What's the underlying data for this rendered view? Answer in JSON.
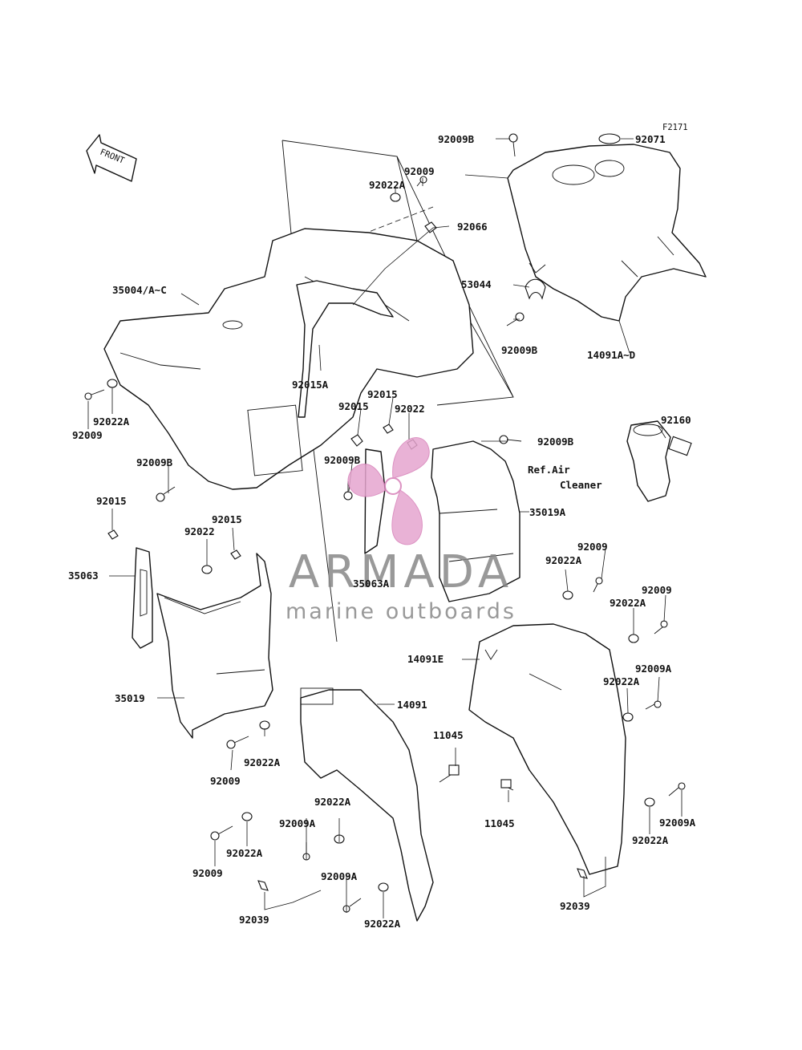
{
  "figure_code": "F2171",
  "front_arrow_label": "FRONT",
  "reference_label_line1": "Ref.Air",
  "reference_label_line2": "Cleaner",
  "watermark": {
    "brand": "ARMADA",
    "tagline": "marine outboards",
    "brand_color": "#7a7a7a",
    "logo_color": "#e6a5cf"
  },
  "callouts": {
    "c_92009B_top": "92009B",
    "c_92071": "92071",
    "c_92009_a": "92009",
    "c_92022A_a": "92022A",
    "c_92066": "92066",
    "c_35004": "35004/A~C",
    "c_53044": "53044",
    "c_92009B_b": "92009B",
    "c_14091AD": "14091A~D",
    "c_92015A": "92015A",
    "c_92015_a": "92015",
    "c_92015_b": "92015",
    "c_92022_a": "92022",
    "c_92022A_b": "92022A",
    "c_92009_b": "92009",
    "c_92009B_c": "92009B",
    "c_92160": "92160",
    "c_92009B_d": "92009B",
    "c_92009B_e": "92009B",
    "c_35019A": "35019A",
    "c_92015_c": "92015",
    "c_92015_d": "92015",
    "c_92022_b": "92022",
    "c_35063": "35063",
    "c_35063A": "35063A",
    "c_92009_c": "92009",
    "c_92022A_c": "92022A",
    "c_92009_d": "92009",
    "c_92022A_d": "92022A",
    "c_14091E": "14091E",
    "c_92009A_a": "92009A",
    "c_92022A_e": "92022A",
    "c_35019": "35019",
    "c_14091": "14091",
    "c_11045_a": "11045",
    "c_92022A_f": "92022A",
    "c_92009_e": "92009",
    "c_92022A_g": "92022A",
    "c_92009A_b": "92009A",
    "c_11045_b": "11045",
    "c_92009A_c": "92009A",
    "c_92022A_h": "92022A",
    "c_92009_f": "92009",
    "c_92022A_i": "92022A",
    "c_92009A_d": "92009A",
    "c_92039_a": "92039",
    "c_92039_b": "92039",
    "c_92022A_j": "92022A"
  }
}
